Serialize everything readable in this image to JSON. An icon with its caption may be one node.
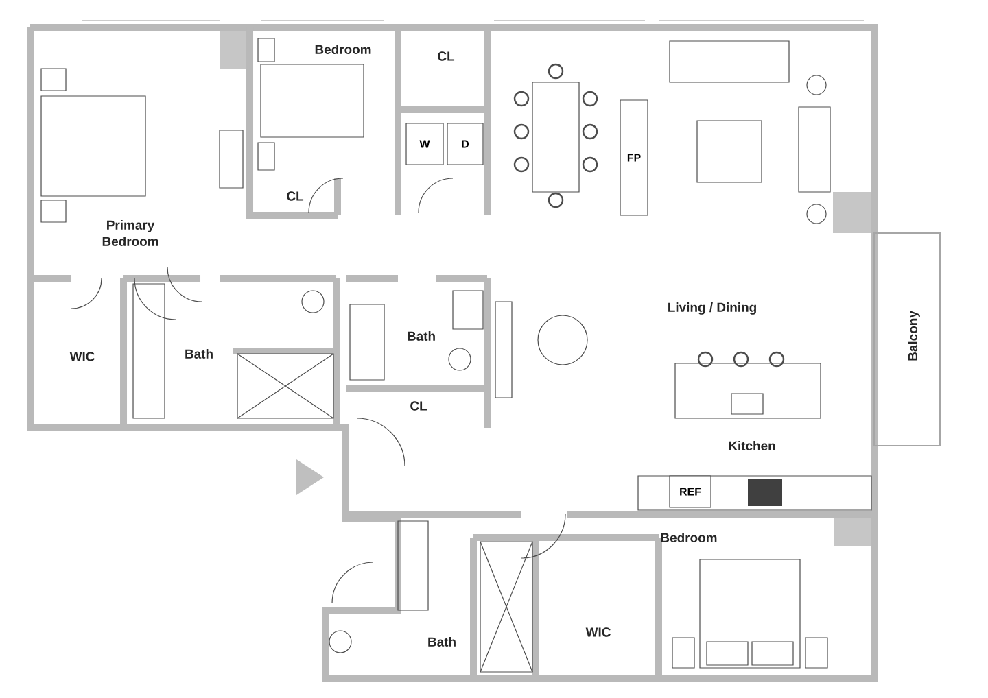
{
  "diagram": {
    "nodes": [
      {
        "text": [
          "W"
        ]
      },
      {
        "text": [
          "D"
        ]
      },
      {
        "text": [
          "FP"
        ]
      },
      {
        "text": [
          "REF"
        ]
      }
    ],
    "labels": [
      "Bedroom",
      "CL",
      "CL",
      "Primary Bedroom",
      "Living / Dining",
      "Balcony",
      "WIC",
      "Bath",
      "Bath",
      "CL",
      "Kitchen",
      "Bedroom",
      "WIC",
      "Bath"
    ]
  }
}
